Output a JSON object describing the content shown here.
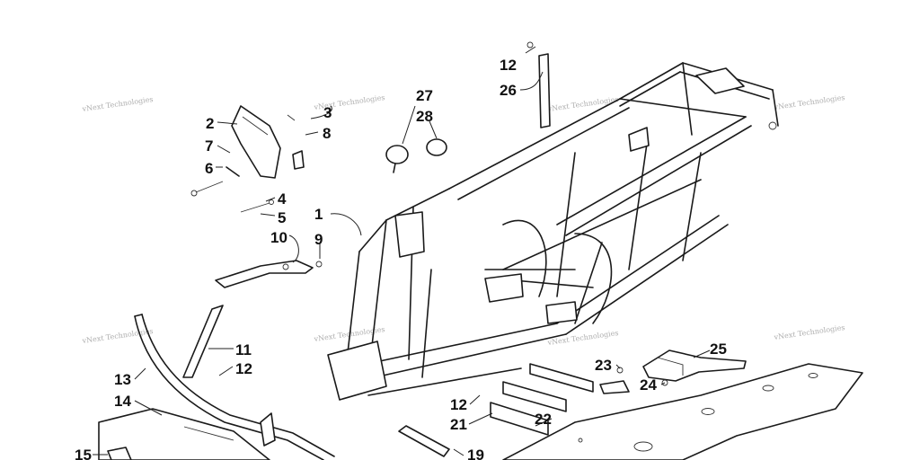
{
  "watermark": "vNext Technologies",
  "callouts": [
    {
      "id": "1",
      "text": "1"
    },
    {
      "id": "2",
      "text": "2"
    },
    {
      "id": "3",
      "text": "3"
    },
    {
      "id": "4",
      "text": "4"
    },
    {
      "id": "5",
      "text": "5"
    },
    {
      "id": "6",
      "text": "6"
    },
    {
      "id": "7",
      "text": "7"
    },
    {
      "id": "8",
      "text": "8"
    },
    {
      "id": "9",
      "text": "9"
    },
    {
      "id": "10",
      "text": "10"
    },
    {
      "id": "11",
      "text": "11"
    },
    {
      "id": "12a",
      "text": "12"
    },
    {
      "id": "12b",
      "text": "12"
    },
    {
      "id": "12c",
      "text": "12"
    },
    {
      "id": "13",
      "text": "13"
    },
    {
      "id": "14",
      "text": "14"
    },
    {
      "id": "15",
      "text": "15"
    },
    {
      "id": "19",
      "text": "19"
    },
    {
      "id": "21",
      "text": "21"
    },
    {
      "id": "22",
      "text": "22"
    },
    {
      "id": "23",
      "text": "23"
    },
    {
      "id": "24",
      "text": "24"
    },
    {
      "id": "25",
      "text": "25"
    },
    {
      "id": "26",
      "text": "26"
    },
    {
      "id": "27",
      "text": "27"
    },
    {
      "id": "28",
      "text": "28"
    }
  ]
}
